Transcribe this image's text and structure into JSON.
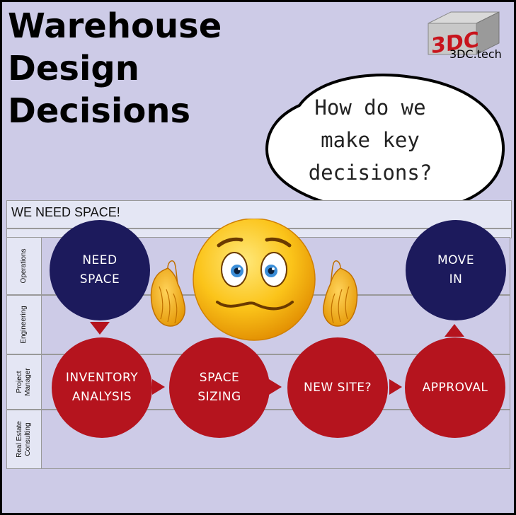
{
  "title": {
    "line1": "Warehouse",
    "line2": "Design",
    "line3": "Decisions"
  },
  "logo": {
    "mark": "3DC",
    "text": "3DC.tech"
  },
  "bubble": {
    "line1": "How do we",
    "line2": "make key",
    "line3": "decisions?"
  },
  "swimlane": {
    "header": "WE NEED SPACE!",
    "lanes": [
      {
        "label": [
          "Operations"
        ]
      },
      {
        "label": [
          "Engineering"
        ]
      },
      {
        "label": [
          "Project",
          "Manager"
        ]
      },
      {
        "label": [
          "Real Estate",
          "Consulting"
        ]
      }
    ]
  },
  "nodes": {
    "need_space": {
      "line1": "NEED",
      "line2": "SPACE"
    },
    "move_in": {
      "line1": "MOVE",
      "line2": "IN"
    },
    "inventory_analysis": {
      "line1": "INVENTORY",
      "line2": "ANALYSIS"
    },
    "space_sizing": {
      "line1": "SPACE",
      "line2": "SIZING"
    },
    "new_site": {
      "line1": "NEW SITE?"
    },
    "approval": {
      "line1": "APPROVAL"
    }
  },
  "colors": {
    "background": "#cdcbe7",
    "blue_node": "#1c1a5c",
    "red_node": "#b5141e",
    "emoji": "#f7b500"
  },
  "icons": {
    "emoji": "worried-shrug-emoji-icon",
    "logo": "3dc-cube-logo-icon",
    "bubble": "speech-bubble-icon"
  }
}
